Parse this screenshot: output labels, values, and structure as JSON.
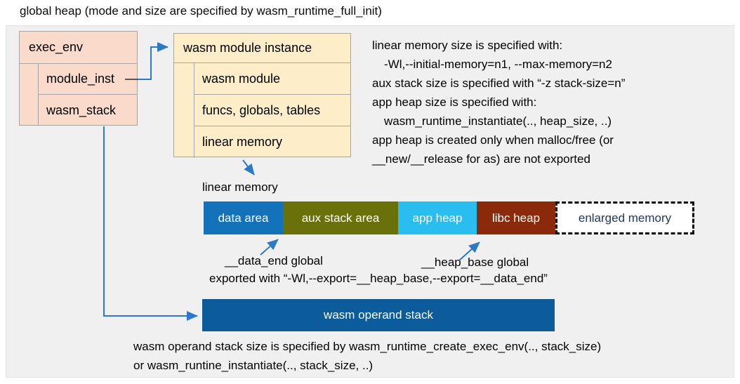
{
  "title": "global heap (mode and size are specified by wasm_runtime_full_init)",
  "exec_env": {
    "header": "exec_env",
    "rows": [
      "module_inst",
      "wasm_stack"
    ]
  },
  "module_instance": {
    "header": "wasm module instance",
    "rows": [
      "wasm module",
      "funcs, globals, tables",
      "linear memory"
    ]
  },
  "notes": {
    "lines": [
      {
        "text": "linear memory size is specified with:"
      },
      {
        "text": "-Wl,--initial-memory=n1, --max-memory=n2"
      },
      {
        "text": "aux stack size is specified with “-z stack-size=n”"
      },
      {
        "text": "app heap size is specified with:"
      },
      {
        "text": "wasm_runtime_instantiate(.., heap_size, ..)"
      },
      {
        "text": "app heap is created only when malloc/free (or"
      },
      {
        "text": "__new/__release for as) are not exported"
      }
    ]
  },
  "linear_memory": {
    "label": "linear memory",
    "segments": [
      {
        "label": "data area",
        "color": "#1472BB",
        "text_color": "#FFFFFF",
        "width": 113,
        "style": "solid"
      },
      {
        "label": "aux stack area",
        "color": "#6A700A",
        "text_color": "#FFFFFF",
        "width": 164,
        "style": "solid"
      },
      {
        "label": "app heap",
        "color": "#29BDF0",
        "text_color": "#FFFFFF",
        "width": 112,
        "style": "solid"
      },
      {
        "label": "libc heap",
        "color": "#8A2A0A",
        "text_color": "#FFFFFF",
        "width": 112,
        "style": "solid"
      },
      {
        "label": "enlarged memory",
        "color": "#FFFFFF",
        "text_color": "#1F3864",
        "width": 198,
        "style": "dashed"
      }
    ]
  },
  "annotations": {
    "data_end_label": "__data_end global",
    "heap_base_label": "__heap_base global",
    "export_note": "exported with “-Wl,--export=__heap_base,--export=__data_end”"
  },
  "operand_stack": {
    "label": "wasm operand stack"
  },
  "footer": {
    "lines": [
      "wasm operand stack size is specified by wasm_runtime_create_exec_env(.., stack_size)",
      "or wasm_runtine_instantiate(.., stack_size, ..)"
    ]
  },
  "colors": {
    "panel_bg": "#F0F0F0",
    "exec_env_fill": "#FADACA",
    "module_instance_fill": "#FDEEC9",
    "struct_border": "#A6A6A6",
    "connector_blue": "#2E78C8",
    "operand_stack_blue": "#0C5C9C",
    "enlarged_memory_text": "#1F3864"
  }
}
